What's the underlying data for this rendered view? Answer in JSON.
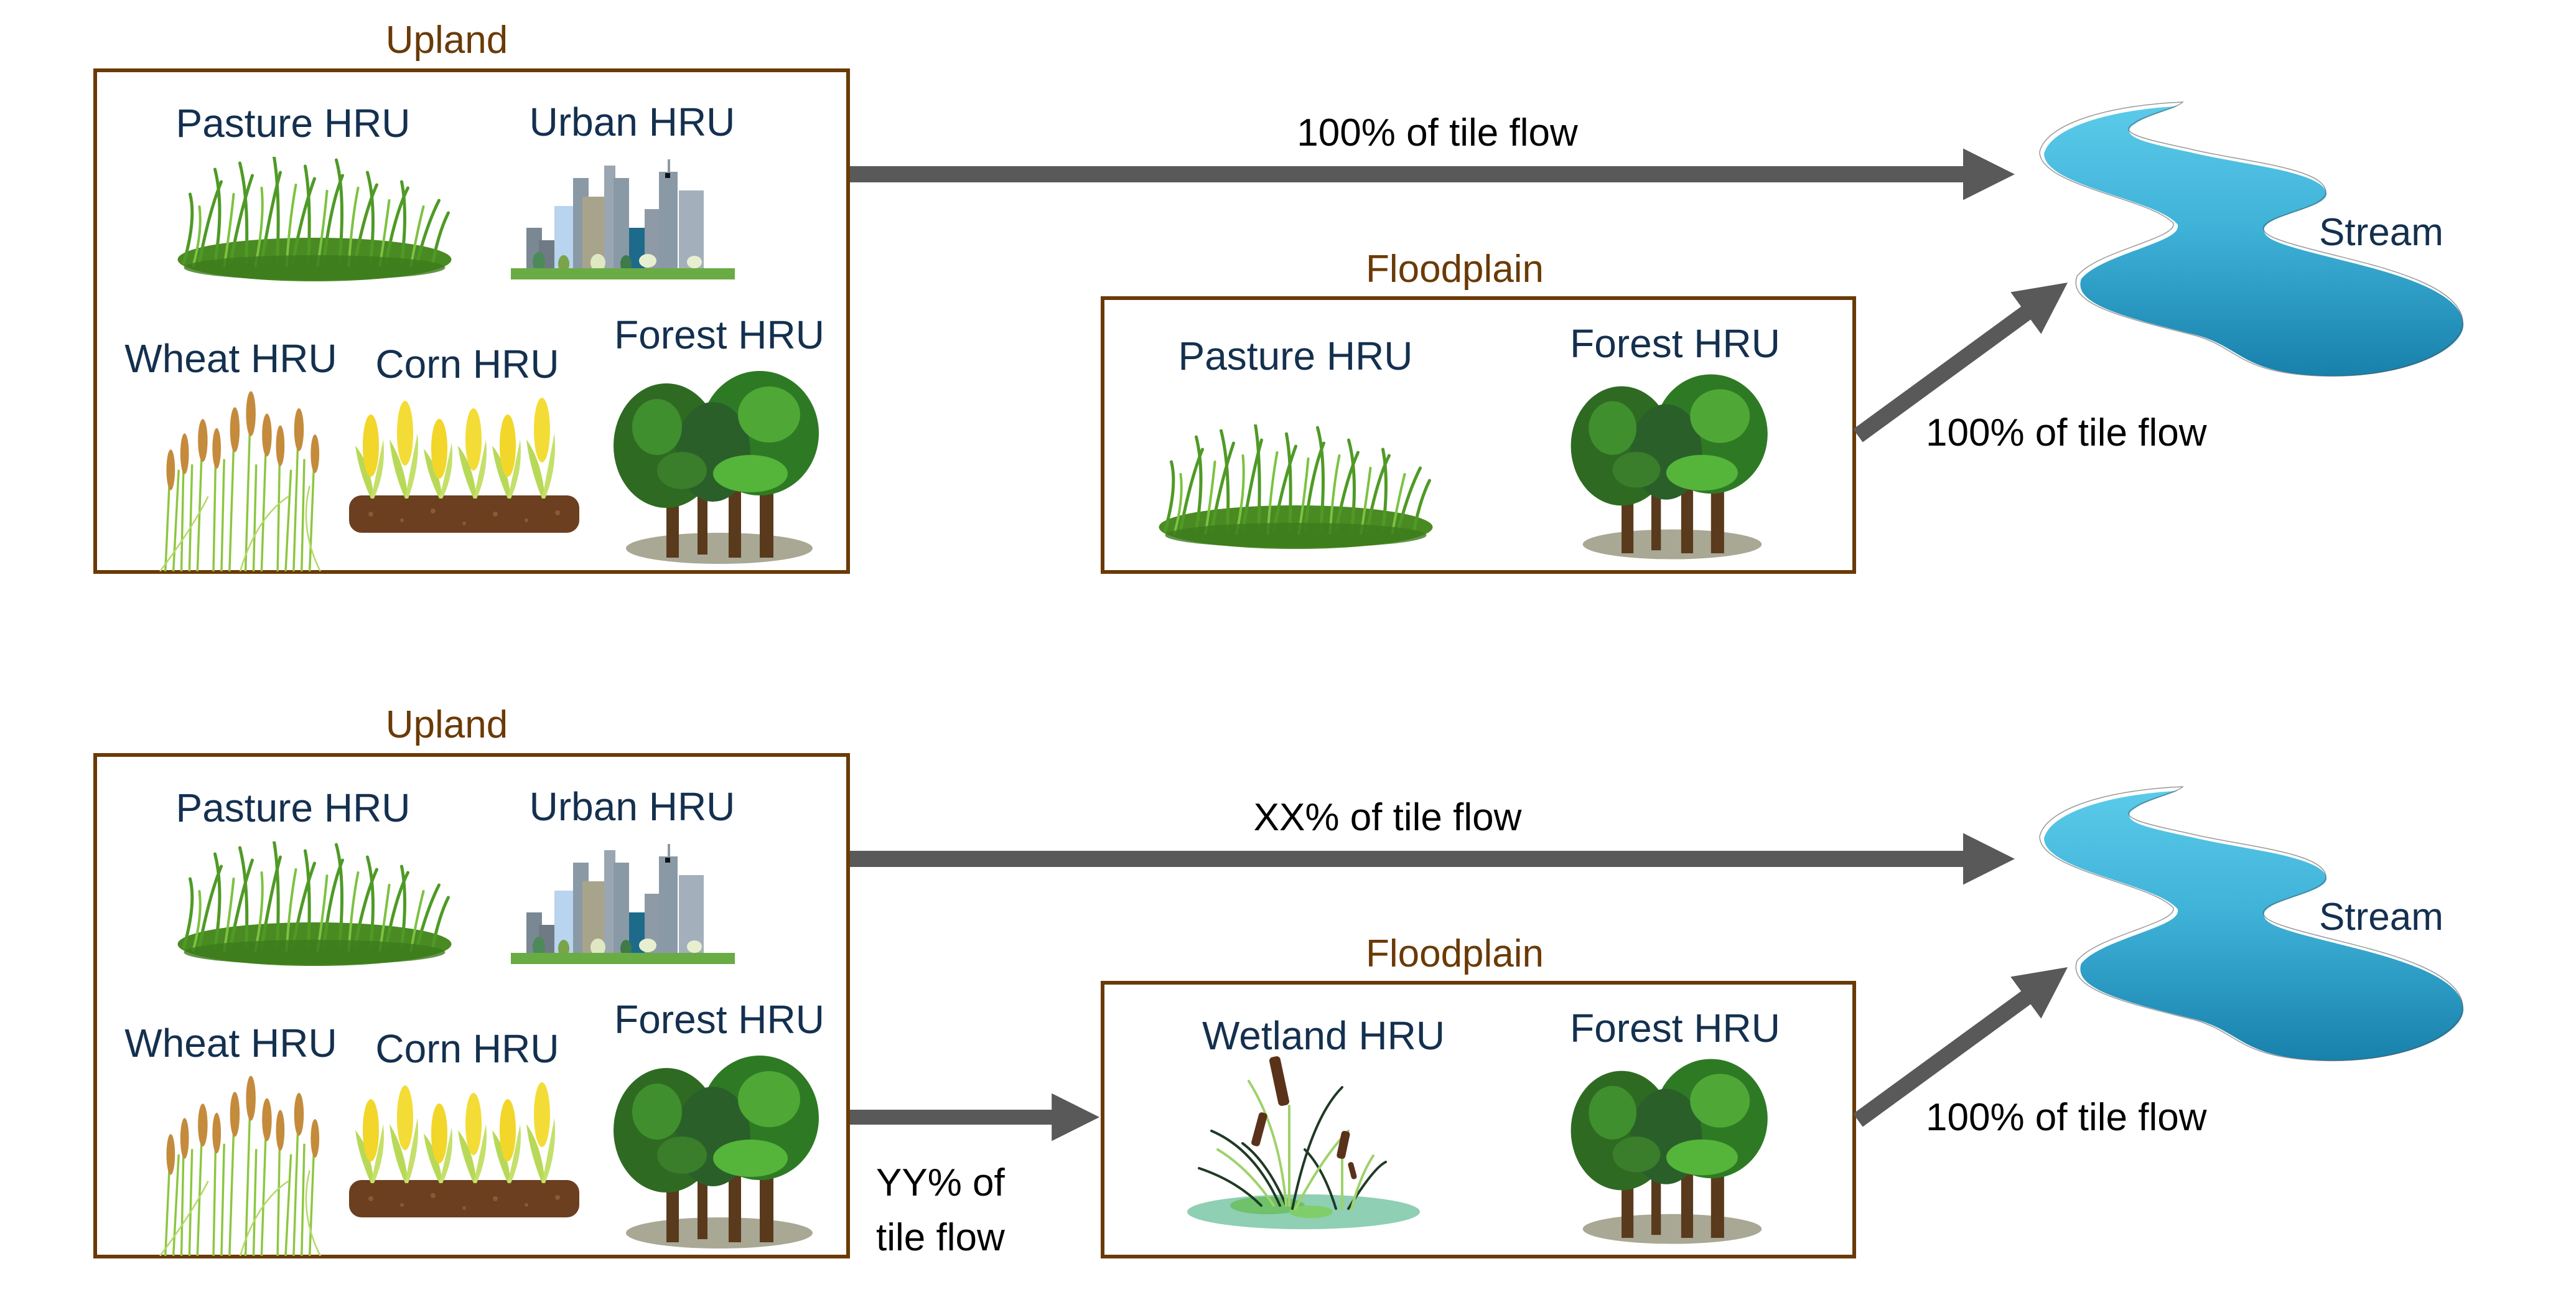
{
  "colors": {
    "region_border": "#6a3a06",
    "region_label": "#6a3a06",
    "hru_label": "#14304f",
    "arrow": "#595959",
    "flow_label": "#000000",
    "stream_light": "#5ccbea",
    "stream_dark": "#1780ab"
  },
  "scenarios": [
    {
      "upland": {
        "label": "Upland",
        "hrus": [
          {
            "label": "Pasture HRU",
            "icon": "grass-icon"
          },
          {
            "label": "Urban HRU",
            "icon": "city-icon"
          },
          {
            "label": "Wheat HRU",
            "icon": "wheat-icon"
          },
          {
            "label": "Corn HRU",
            "icon": "corn-icon"
          },
          {
            "label": "Forest HRU",
            "icon": "forest-icon"
          }
        ]
      },
      "floodplain": {
        "label": "Floodplain",
        "hrus": [
          {
            "label": "Pasture HRU",
            "icon": "grass-icon"
          },
          {
            "label": "Forest HRU",
            "icon": "forest-icon"
          }
        ]
      },
      "flows": {
        "upland_to_stream": "100% of tile flow",
        "floodplain_to_stream": "100% of tile flow"
      },
      "stream": {
        "label": "Stream",
        "icon": "stream-icon"
      }
    },
    {
      "upland": {
        "label": "Upland",
        "hrus": [
          {
            "label": "Pasture HRU",
            "icon": "grass-icon"
          },
          {
            "label": "Urban HRU",
            "icon": "city-icon"
          },
          {
            "label": "Wheat HRU",
            "icon": "wheat-icon"
          },
          {
            "label": "Corn HRU",
            "icon": "corn-icon"
          },
          {
            "label": "Forest HRU",
            "icon": "forest-icon"
          }
        ]
      },
      "floodplain": {
        "label": "Floodplain",
        "hrus": [
          {
            "label": "Wetland HRU",
            "icon": "wetland-icon"
          },
          {
            "label": "Forest HRU",
            "icon": "forest-icon"
          }
        ]
      },
      "flows": {
        "upland_to_stream": "XX% of tile flow",
        "upland_to_floodplain_line1": "YY% of",
        "upland_to_floodplain_line2": "tile flow",
        "floodplain_to_stream": "100% of tile flow"
      },
      "stream": {
        "label": "Stream",
        "icon": "stream-icon"
      }
    }
  ]
}
